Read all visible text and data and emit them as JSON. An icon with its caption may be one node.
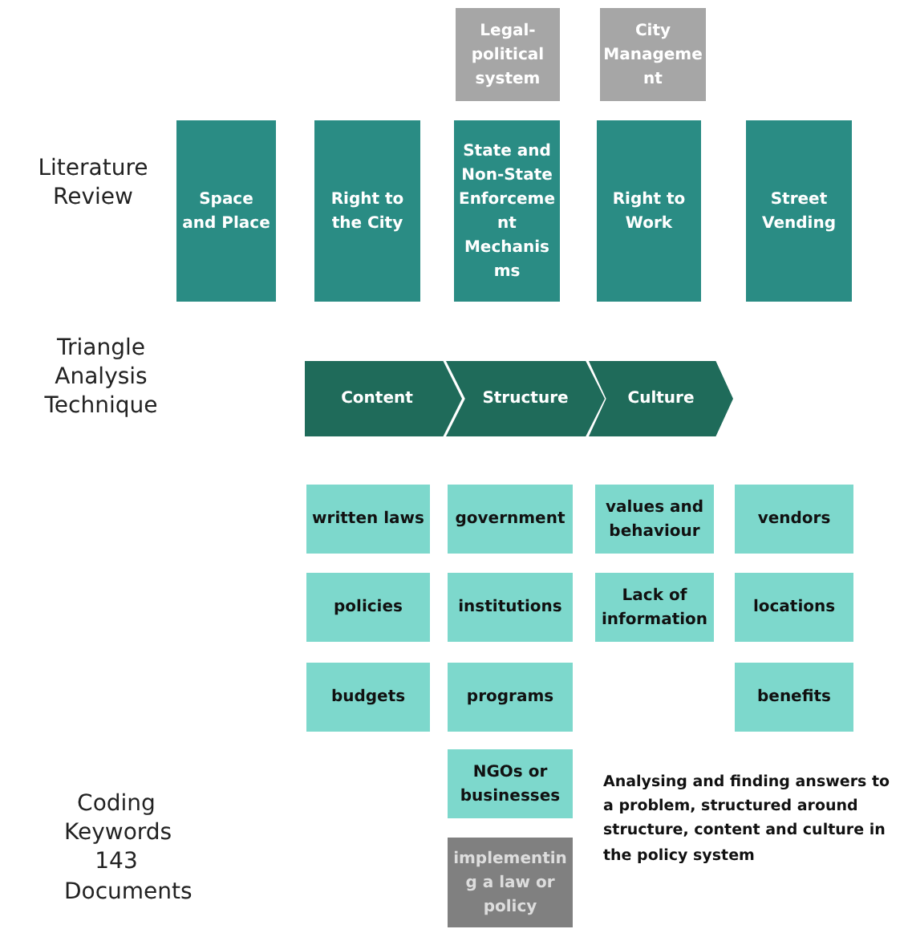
{
  "diagram": {
    "nodes": [
      {
        "text": [
          "Legal-political system"
        ]
      },
      {
        "text": [
          "City Management"
        ]
      },
      {
        "text": [
          "Space and Place"
        ]
      },
      {
        "text": [
          "Right to the City"
        ]
      },
      {
        "text": [
          "State and Non-State Enforcement Mechanisms"
        ]
      },
      {
        "text": [
          "Right to Work"
        ]
      },
      {
        "text": [
          "Street Vending"
        ]
      },
      {
        "text": [
          "Content"
        ]
      },
      {
        "text": [
          "Structure"
        ]
      },
      {
        "text": [
          "Culture"
        ]
      },
      {
        "text": [
          "written laws"
        ]
      },
      {
        "text": [
          "government"
        ]
      },
      {
        "text": [
          "values and behaviour"
        ]
      },
      {
        "text": [
          "vendors"
        ]
      },
      {
        "text": [
          "policies"
        ]
      },
      {
        "text": [
          "institutions"
        ]
      },
      {
        "text": [
          "Lack of information"
        ]
      },
      {
        "text": [
          "locations"
        ]
      },
      {
        "text": [
          "budgets"
        ]
      },
      {
        "text": [
          "programs"
        ]
      },
      {
        "text": [
          "benefits"
        ]
      },
      {
        "text": [
          "NGOs or businesses"
        ]
      },
      {
        "text": [
          "implementing a law or policy"
        ]
      }
    ],
    "edges": [],
    "labels": [
      "Literature Review",
      "Triangle Analysis Technique",
      "Analysing and finding answers to a problem, structured around structure, content and culture in the policy system",
      "Coding Keywords 143 Documents"
    ]
  }
}
